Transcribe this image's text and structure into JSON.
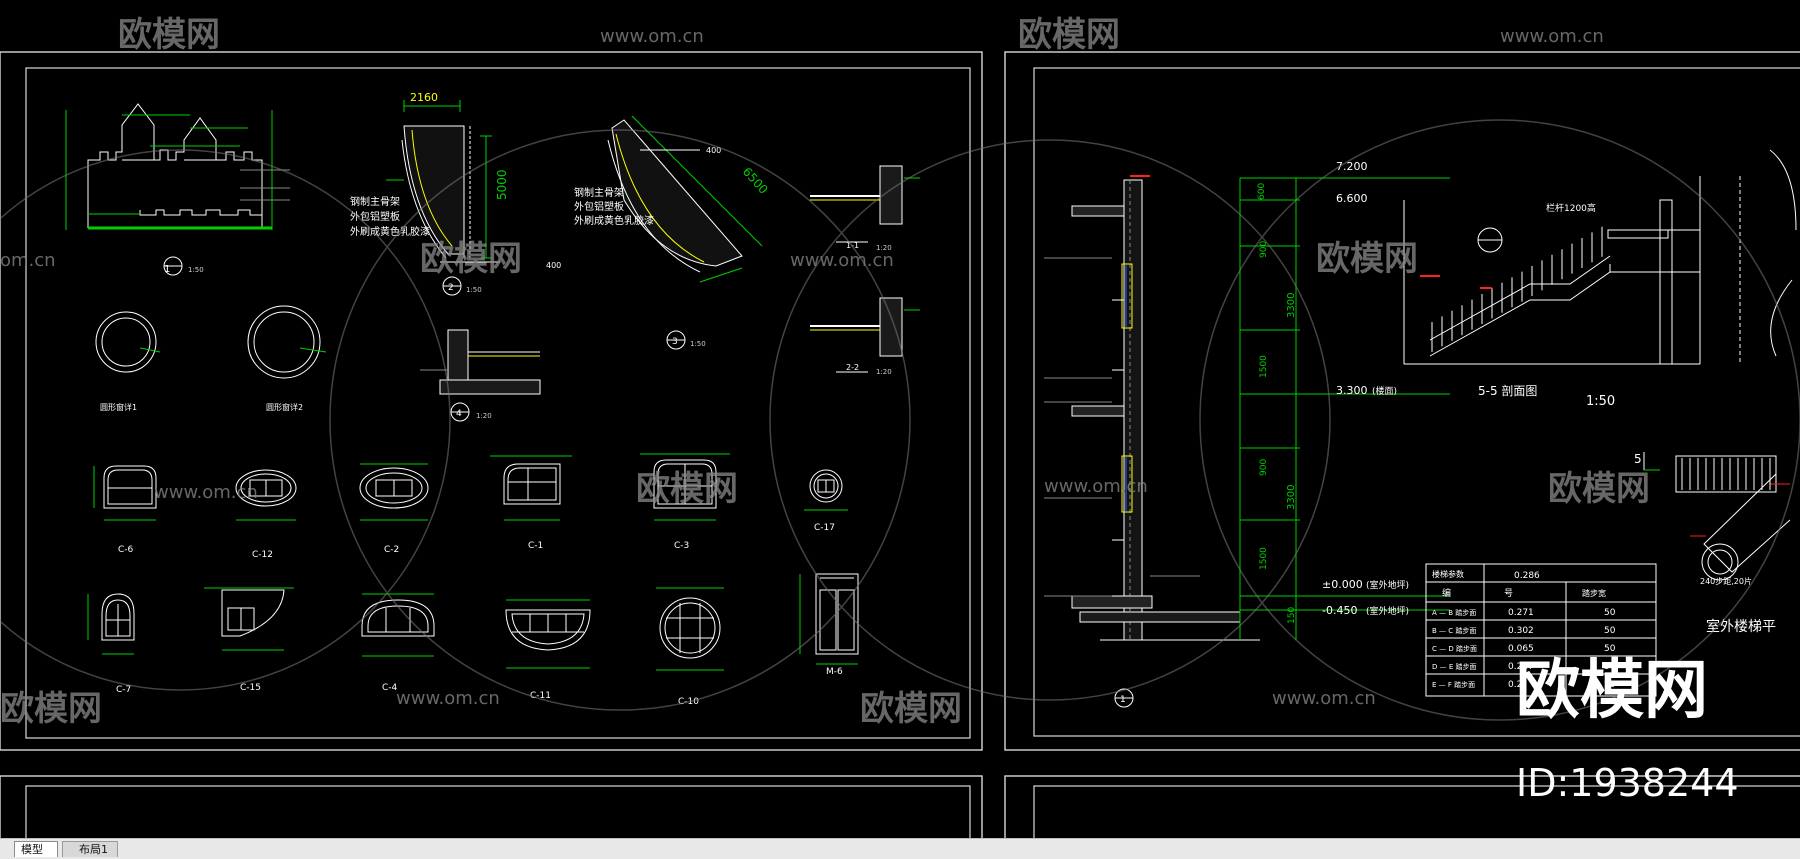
{
  "tabs": {
    "model": "模型",
    "layout1": "布局1"
  },
  "watermark": {
    "brand": "欧模网",
    "url": "www.om.cn",
    "url_fragment": "om.cn",
    "id": "ID:1938244"
  },
  "left_sheet": {
    "windows": {
      "c6": "C-6",
      "c12": "C-12",
      "c2": "C-2",
      "c1": "C-1",
      "c3": "C-3",
      "c17": "C-17",
      "c7": "C-7",
      "c15": "C-15",
      "c4": "C-4",
      "c11": "C-11",
      "c10": "C-10",
      "m6": "M-6"
    },
    "sections": {
      "s11": "1-1",
      "s22": "2-2"
    },
    "scale": "1:50",
    "scale_20": "1:20",
    "dimensions": {
      "d2160": "2160",
      "d5000": "5000",
      "d6500": "6500",
      "d400": "400"
    },
    "notes": {
      "n1": "钢制主骨架",
      "n2": "外包铝塑板",
      "n3": "外刷成黄色乳胶漆"
    },
    "round_windows": {
      "r1": "圆形窗详1",
      "r2": "圆形窗详2"
    },
    "detail_refs": {
      "a": "1",
      "b": "2",
      "c": "3",
      "d": "4"
    }
  },
  "right_sheet": {
    "levels": {
      "l7200": "7.200",
      "l6600": "6.600",
      "l3300": "3.300",
      "l3300_note": "(楼面)",
      "l0000": "±0.000",
      "l0000_note": "(室外地坪)",
      "l0450": "-0.450",
      "l0450_note": "(室外地坪)"
    },
    "dims": {
      "d600": "600",
      "d3300a": "3300",
      "d3300b": "3300",
      "d1500": "1500",
      "d900": "900",
      "d150": "150"
    },
    "section": {
      "title": "5-5 剖面图",
      "scale": "1:50",
      "mark": "5"
    },
    "plan_title": "室外楼梯平",
    "table": {
      "header_left": "楼梯参数",
      "header_value": "0.286",
      "col1": "编",
      "col2": "号",
      "col3": "踏步宽",
      "rows": [
        {
          "id": "A — B 踏步面",
          "v": "0.271",
          "w": "50"
        },
        {
          "id": "B — C 踏步面",
          "v": "0.302",
          "w": "50"
        },
        {
          "id": "C — D 踏步面",
          "v": "0.065",
          "w": "50"
        },
        {
          "id": "D — E 踏步面",
          "v": "0.287",
          "w": "50"
        },
        {
          "id": "E — F 踏步面",
          "v": "0.2",
          "w": "50"
        }
      ]
    },
    "notes": {
      "handrail": "栏杆1200高",
      "riser": "240步距,20片"
    },
    "ref": "1"
  },
  "colors": {
    "line": "#ffffff",
    "dim": "#00d000",
    "accent": "#ffff00",
    "red": "#ff2020",
    "watermark": "#7a7a7a"
  }
}
